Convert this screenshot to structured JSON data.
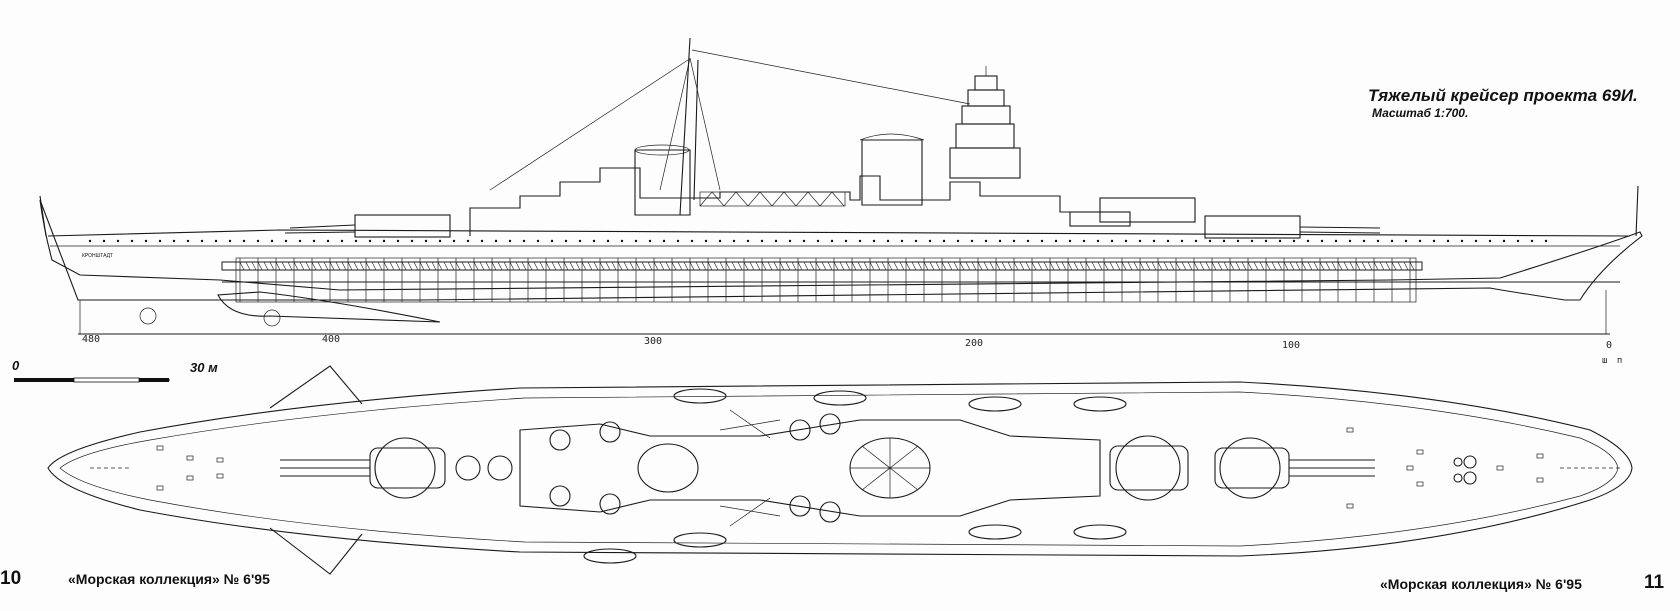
{
  "title": "Тяжелый крейсер проекта 69И.",
  "subtitle": "Масштаб 1:700.",
  "hull_name": "КРОНШТАДТ",
  "scale_bar": {
    "start_label": "0",
    "end_label": "30 м"
  },
  "frame_ticks": [
    "480",
    "400",
    "300",
    "200",
    "100",
    "0"
  ],
  "frame_unit": "ш п",
  "page_numbers": {
    "left": "10",
    "right": "11"
  },
  "magazine": {
    "left": "«Морская коллекция» № 6'95",
    "right": "«Морская коллекция» № 6'95"
  }
}
